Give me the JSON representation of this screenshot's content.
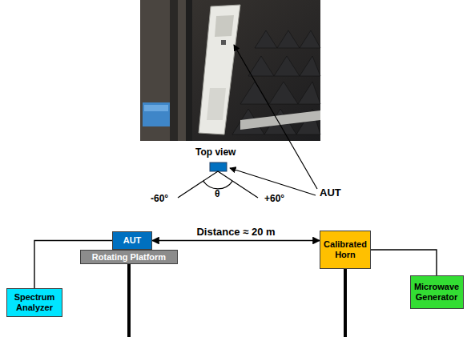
{
  "diagram": {
    "nodes": [
      {
        "text": [
          "AUT"
        ]
      },
      {
        "text": [
          "Rotating Platform"
        ]
      },
      {
        "text": [
          "Calibrated Horn"
        ]
      },
      {
        "text": [
          "Spectrum Analyzer"
        ]
      },
      {
        "text": [
          "Microwave Generator"
        ]
      }
    ],
    "edges": [
      {
        "from": 0,
        "to": 2,
        "label": "Distance ≈ 20 m",
        "arrow": "both"
      },
      {
        "from": 3,
        "to": 0,
        "arrow": "none"
      },
      {
        "from": 2,
        "to": 4,
        "arrow": "none"
      }
    ],
    "labels": [
      "Top view",
      "AUT",
      "-60°",
      "+60°",
      "θ"
    ]
  }
}
